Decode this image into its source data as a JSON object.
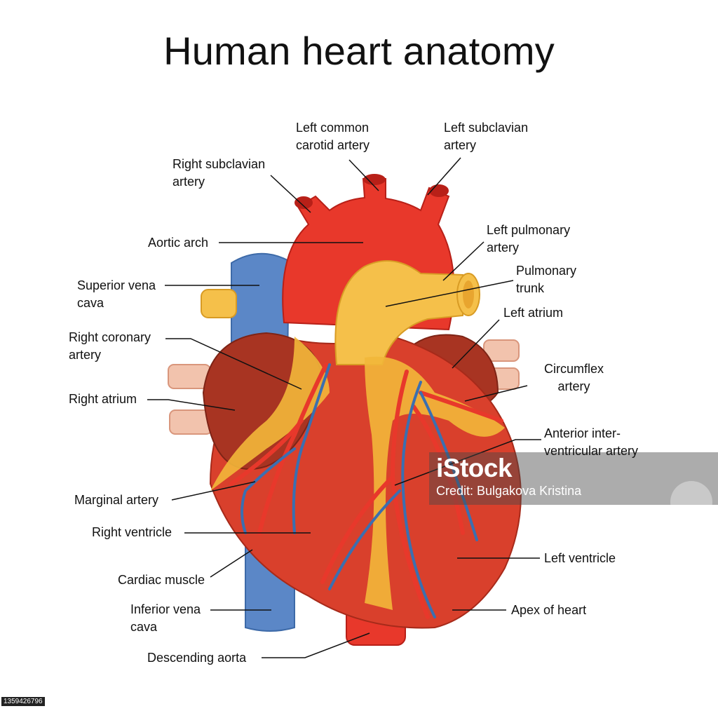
{
  "title": "Human heart anatomy",
  "labels": {
    "left_common_carotid": "Left common\ncarotid artery",
    "left_subclavian": "Left subclavian\nartery",
    "right_subclavian": "Right subclavian\nartery",
    "aortic_arch": "Aortic arch",
    "left_pulmonary": "Left pulmonary\nartery",
    "pulmonary_trunk": "Pulmonary\ntrunk",
    "superior_vena_cava": "Superior vena\ncava",
    "left_atrium": "Left atrium",
    "right_coronary": "Right coronary\nartery",
    "circumflex": "Circumflex\nartery",
    "right_atrium": "Right atrium",
    "anterior_interventricular": "Anterior inter-\nventricular artery",
    "marginal": "Marginal artery",
    "right_ventricle": "Right ventricle",
    "left_ventricle": "Left ventricle",
    "cardiac_muscle": "Cardiac muscle",
    "inferior_vena_cava": "Inferior vena\ncava",
    "apex": "Apex  of heart",
    "descending_aorta": "Descending aorta"
  },
  "watermark": {
    "brand": "iStock",
    "credit": "Credit: Bulgakova Kristina"
  },
  "stock_id": "1359426796",
  "colors": {
    "aorta": "#e8382b",
    "pulmonary": "#f5c04a",
    "vena_cava": "#5b87c7",
    "atrium": "#a83422",
    "ventricle": "#d9402c",
    "coronary_vein": "#3b6fb0",
    "fat": "#f2b73a"
  }
}
